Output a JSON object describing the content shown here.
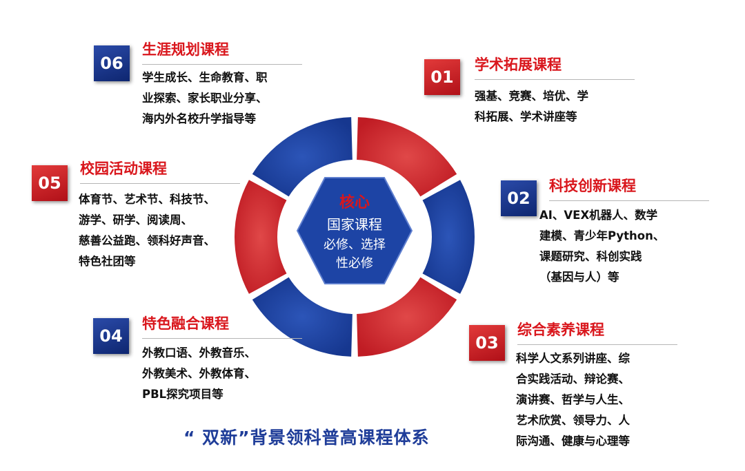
{
  "core": {
    "title": "核心",
    "line1": "国家课程",
    "line2": "必修、选择",
    "line3": "性必修"
  },
  "modules": [
    {
      "num": "01",
      "title": "学术拓展课程",
      "lines": [
        "强基、竞赛、培优、学",
        "科拓展、学术讲座等"
      ]
    },
    {
      "num": "02",
      "title": "科技创新课程",
      "lines": [
        "AI、VEX机器人、数学",
        "建模、青少年Python、",
        "课题研究、科创实践",
        "（基因与人）等"
      ]
    },
    {
      "num": "03",
      "title": "综合素养课程",
      "lines": [
        "科学人文系列讲座、综",
        "合实践活动、辩论赛、",
        "演讲赛、哲学与人生、",
        "艺术欣赏、领导力、人",
        "际沟通、健康与心理等"
      ]
    },
    {
      "num": "04",
      "title": "特色融合课程",
      "lines": [
        "外教口语、外教音乐、",
        "外教美术、外教体育、",
        "PBL探究项目等"
      ]
    },
    {
      "num": "05",
      "title": "校园活动课程",
      "lines": [
        "体育节、艺术节、科技节、",
        "游学、研学、阅读周、",
        "慈善公益跑、领科好声音、",
        "特色社团等"
      ]
    },
    {
      "num": "06",
      "title": "生涯规划课程",
      "lines": [
        "学生成长、生命教育、职",
        "业探索、家长职业分享、",
        "海内外名校升学指导等"
      ]
    }
  ],
  "caption": "“ 双新”背景领科普高课程体系",
  "colors": {
    "red": "#cc2229",
    "blue": "#1c3f9a",
    "title_red": "#d9161c",
    "caption_blue": "#1f3d99"
  }
}
